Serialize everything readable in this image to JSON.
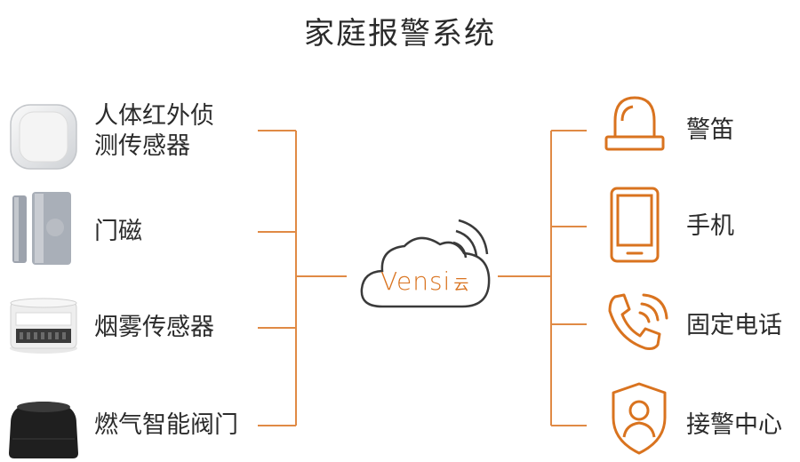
{
  "title": "家庭报警系统",
  "hub": {
    "brand": "Vensi",
    "suffix": "云"
  },
  "inputs": [
    {
      "label_line1": "人体红外侦",
      "label_line2": "测传感器",
      "icon": "pir-motion-sensor-icon"
    },
    {
      "label_line1": "门磁",
      "icon": "door-magnet-sensor-icon"
    },
    {
      "label_line1": "烟雾传感器",
      "icon": "smoke-detector-icon"
    },
    {
      "label_line1": "燃气智能阀门",
      "icon": "gas-valve-icon"
    }
  ],
  "outputs": [
    {
      "label": "警笛",
      "icon": "siren-icon"
    },
    {
      "label": "手机",
      "icon": "mobile-phone-icon"
    },
    {
      "label": "固定电话",
      "icon": "telephone-icon"
    },
    {
      "label": "接警中心",
      "icon": "alarm-center-shield-icon"
    }
  ],
  "colors": {
    "accent": "#d9731f",
    "line": "#e08a45",
    "text": "#2b2b2b"
  }
}
